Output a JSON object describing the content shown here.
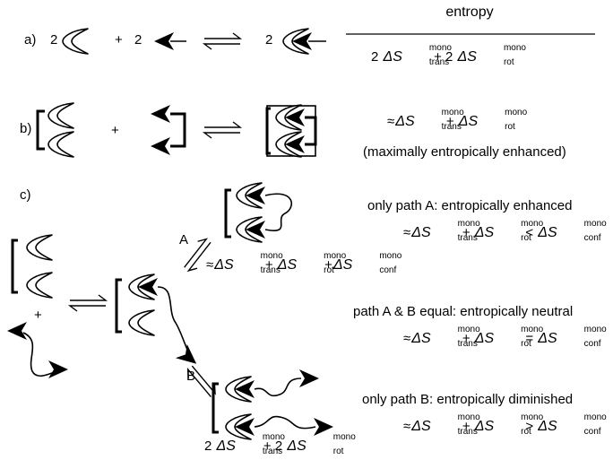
{
  "entropy_header": "entropy",
  "sections": {
    "a": {
      "label": "a)",
      "coef_receptor": "2",
      "plus": "+",
      "coef_ligand": "2",
      "coef_complex": "2",
      "entropy": "2 ΔS(mono,trans) + 2 ΔS(mono,rot)"
    },
    "b": {
      "label": "b)",
      "plus": "+",
      "entropy": "≈ ΔS(mono,trans) + ΔS(mono,rot)",
      "note": "(maximally entropically enhanced)"
    },
    "c": {
      "label": "c)",
      "plus": "+",
      "path_a_label": "A",
      "path_b_label": "B",
      "path_a_entropy": "≈ ΔS(mono,trans) + ΔS(mono,rot) + ΔS(mono,conf)",
      "path_b_entropy": "2 ΔS(mono,trans) + 2 ΔS(mono,rot)",
      "cases": [
        {
          "title": "only path A: entropically enhanced",
          "relation": "<"
        },
        {
          "title": "path A & B equal: entropically neutral",
          "relation": "="
        },
        {
          "title": "only path B: entropically diminished",
          "relation": ">"
        }
      ]
    }
  },
  "terms": {
    "delta": "Δ",
    "S": "S",
    "mono": "mono",
    "trans": "trans",
    "rot": "rot",
    "conf": "conf",
    "approx": "≈",
    "plus": "+",
    "two": "2"
  }
}
